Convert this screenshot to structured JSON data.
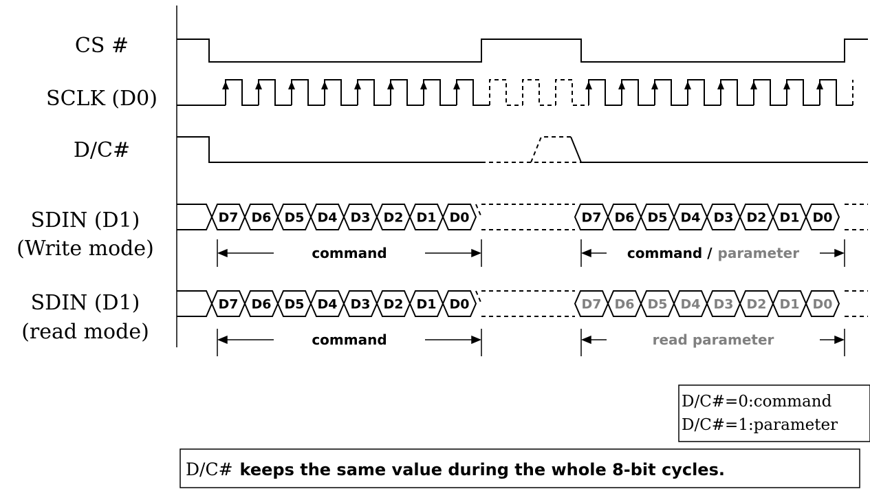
{
  "signals": {
    "cs": "CS #",
    "sclk": "SCLK (D0)",
    "dc": "D/C#",
    "sdin_write_line1": "SDIN (D1)",
    "sdin_write_line2": "(Write mode)",
    "sdin_read_line1": "SDIN (D1)",
    "sdin_read_line2": "(read mode)"
  },
  "bits": [
    "D7",
    "D6",
    "D5",
    "D4",
    "D3",
    "D2",
    "D1",
    "D0"
  ],
  "write_mode": {
    "span1": "command",
    "span2_part1": "command /",
    "span2_part2": "parameter"
  },
  "read_mode": {
    "span1": "command",
    "span2": "read parameter"
  },
  "legend": {
    "line1": "D/C#=0:command",
    "line2": "D/C#=1:parameter"
  },
  "note": {
    "prefix": "D/C#",
    "text": "keeps the same value during the whole 8-bit cycles."
  },
  "colors": {
    "line": "#000000",
    "muted": "#808080"
  }
}
